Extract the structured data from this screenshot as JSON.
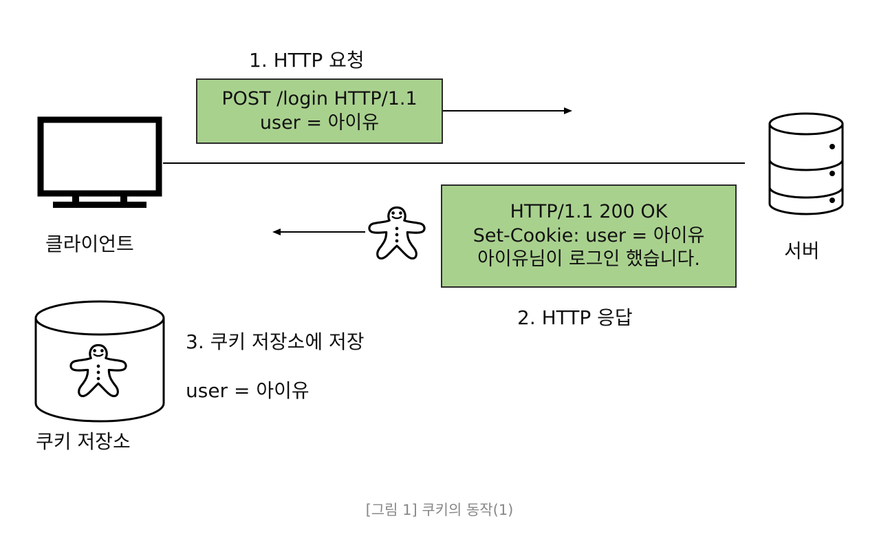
{
  "request": {
    "step_label": "1. HTTP 요청",
    "lines": [
      "POST /login HTTP/1.1",
      "user = 아이유"
    ]
  },
  "response": {
    "step_label": "2. HTTP 응답",
    "lines": [
      "HTTP/1.1 200 OK",
      "Set-Cookie: user = 아이유",
      "아이유님이 로그인 했습니다."
    ]
  },
  "client": {
    "label": "클라이언트"
  },
  "server": {
    "label": "서버"
  },
  "cookie_store": {
    "step_label": "3. 쿠키 저장소에 저장",
    "stored_value": "user = 아이유",
    "label": "쿠키 저장소"
  },
  "caption": "[그림 1] 쿠키의 동작(1)",
  "colors": {
    "message_box": "#a9d18e",
    "caption": "#888888",
    "stroke": "#000000"
  },
  "icons": [
    "monitor-icon",
    "server-icon",
    "gingerbread-cookie-icon",
    "cookie-store-cylinder-icon"
  ]
}
